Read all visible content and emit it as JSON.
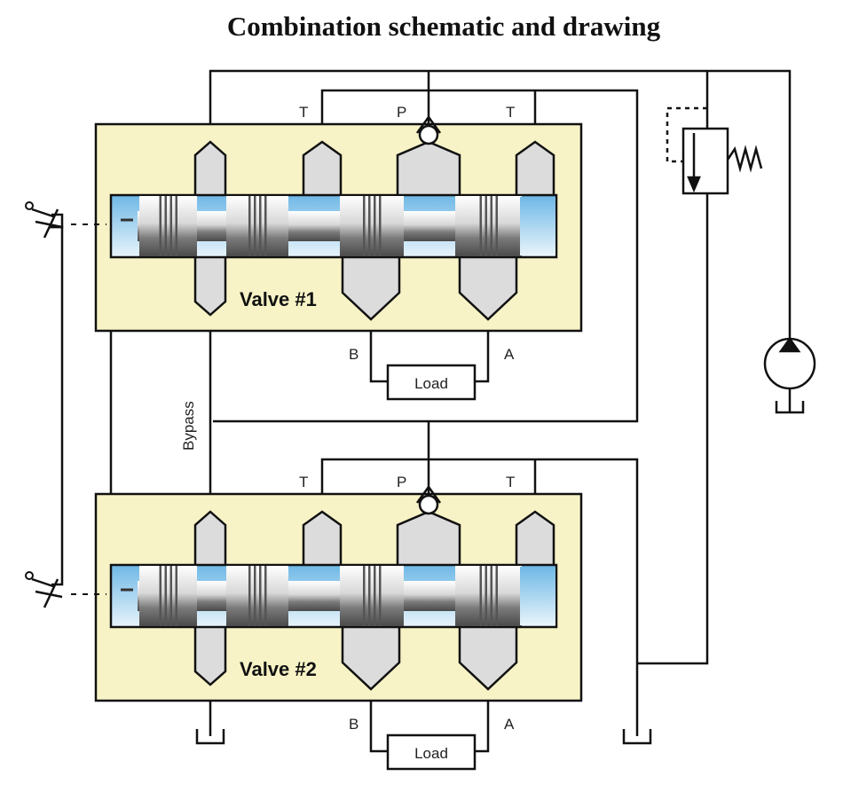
{
  "title": "Combination schematic and drawing",
  "colors": {
    "valve_body": "#f7f3c6",
    "fluid": "#6fb8e6",
    "port": "#dcdcdc",
    "line": "#111111"
  },
  "valves": [
    {
      "label": "Valve #1",
      "ports_top": [
        "T",
        "P",
        "T"
      ],
      "ports_bottom": [
        "B",
        "A"
      ],
      "load_label": "Load"
    },
    {
      "label": "Valve #2",
      "ports_top": [
        "T",
        "P",
        "T"
      ],
      "ports_bottom": [
        "B",
        "A"
      ],
      "load_label": "Load"
    }
  ],
  "bypass_label": "Bypass",
  "icons": [
    "manual-lever-icon",
    "check-valve-icon",
    "relief-valve-icon",
    "pump-icon",
    "tank-icon"
  ]
}
